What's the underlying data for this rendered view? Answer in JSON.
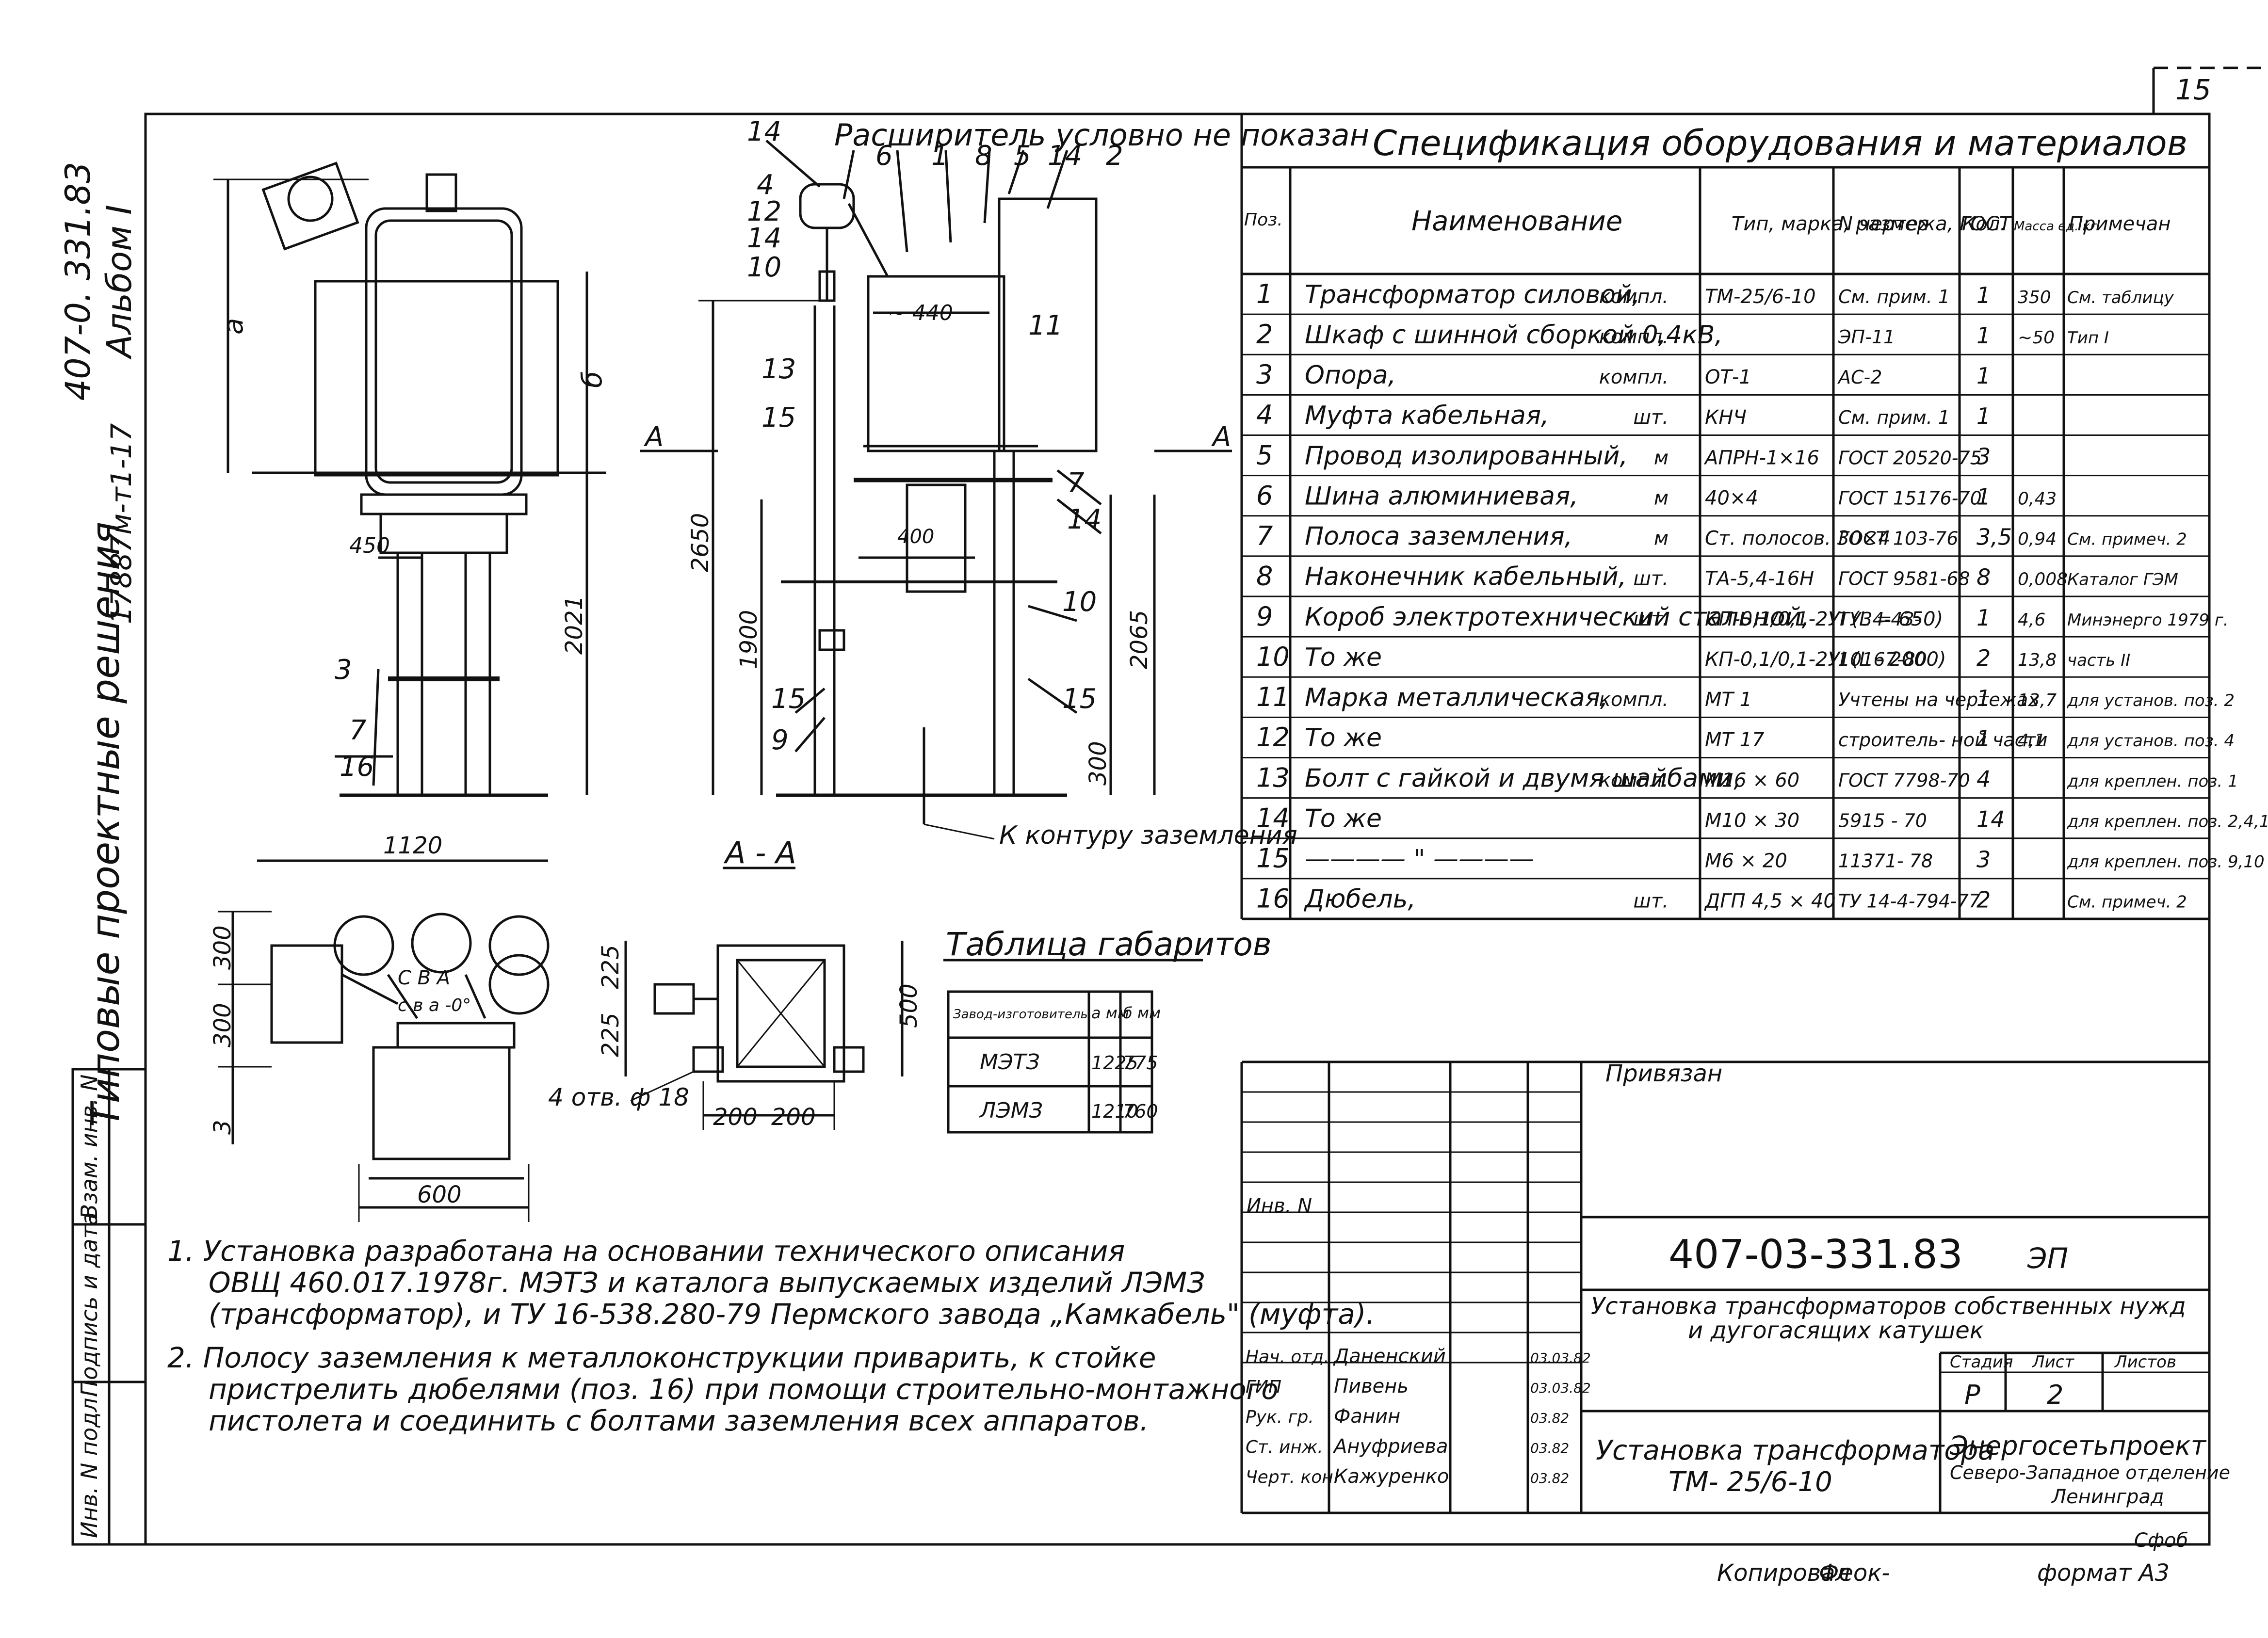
{
  "sheet_number_corner": "15",
  "side": {
    "series": "407-0. 331.83",
    "album": "Альбом I",
    "code": "17887м-т1-17",
    "title": "Типовые проектные решения",
    "stamps": [
      "Инв. N подл.",
      "Подпись и дата",
      "Взам. инв. N"
    ]
  },
  "drawings": {
    "front": {
      "dim_a": "а",
      "dim_b": "б",
      "dim_2021": "2021",
      "dim_450": "450",
      "call_3": "3",
      "call_7": "7",
      "call_16": "16"
    },
    "side": {
      "note": "Расширитель условно не показан",
      "dim_440": "~ 440",
      "dim_400": "400",
      "dim_2650": "2650",
      "dim_1900": "1900",
      "dim_2065": "2065",
      "dim_300": "300",
      "cut_a": "A",
      "callouts": [
        "14",
        "6",
        "1",
        "8",
        "5",
        "14",
        "2",
        "4",
        "12",
        "14",
        "10",
        "11",
        "13",
        "15",
        "7",
        "14",
        "10",
        "15",
        "9",
        "15"
      ],
      "ground": "К контуру заземления"
    },
    "plan": {
      "dim_1120": "1120",
      "dim_300a": "300",
      "dim_300b": "300",
      "dim_3": "3",
      "dim_600": "600",
      "phases": "C  B  A",
      "phases2": "c  в  a  -0°"
    },
    "section": {
      "title": "А - А",
      "dim_225a": "225",
      "dim_225b": "225",
      "dim_500": "500",
      "dim_200a": "200",
      "dim_200b": "200",
      "holes": "4 отв. ф 18"
    }
  },
  "dims_table": {
    "title": "Таблица габаритов",
    "headers": [
      "Завод-изготовитель",
      "а мм",
      "б мм"
    ],
    "rows": [
      [
        "МЭТЗ",
        "1225",
        "775"
      ],
      [
        "ЛЭМЗ",
        "1210",
        "760"
      ]
    ]
  },
  "spec": {
    "title": "Спецификация оборудования и материалов",
    "headers": [
      "Поз.",
      "Наименование",
      "Тип, марка, размер",
      "N чертежа, ГОСТ",
      "Кол.",
      "Масса ед. кг",
      "Примечан"
    ],
    "rows": [
      [
        "1",
        "Трансформатор силовой,",
        "компл.",
        "ТМ-25/6-10",
        "См. прим. 1",
        "1",
        "350",
        "См. таблицу"
      ],
      [
        "2",
        "Шкаф с шинной сборкой 0,4кВ,",
        "компл.",
        "",
        "ЭП-11",
        "1",
        "~50",
        "Тип I"
      ],
      [
        "3",
        "Опора,",
        "компл.",
        "ОТ-1",
        "АС-2",
        "1",
        "",
        ""
      ],
      [
        "4",
        "Муфта кабельная,",
        "шт.",
        "КНЧ",
        "См. прим. 1",
        "1",
        "",
        ""
      ],
      [
        "5",
        "Провод изолированный,",
        "м",
        "АПРН-1×16",
        "ГОСТ 20520-75",
        "3",
        "",
        ""
      ],
      [
        "6",
        "Шина алюминиевая,",
        "м",
        "40×4",
        "ГОСТ 15176-70",
        "1",
        "0,43",
        ""
      ],
      [
        "7",
        "Полоса заземления,",
        "м",
        "Ст. полосов. 30×4",
        "ГОСТ 103-76",
        "3,5",
        "0,94",
        "См. примеч. 2"
      ],
      [
        "8",
        "Наконечник кабельный,",
        "шт.",
        "ТА-5,4-16Н",
        "ГОСТ 9581-68",
        "8",
        "0,008",
        "Каталог ГЭМ"
      ],
      [
        "9",
        "Короб электротехнический стальной,",
        "шт.",
        "КП-0,1/0,1-2УI (L = 650)",
        "ТУ34-43-",
        "1",
        "4,6",
        "Минэнерго 1979 г."
      ],
      [
        "10",
        "То же",
        "",
        "КП-0,1/0,1-2УI (L - 2000)",
        "10167-80",
        "2",
        "13,8",
        "часть II"
      ],
      [
        "11",
        "Марка металлическая,",
        "компл.",
        "МТ 1",
        "Учтены на чертежах",
        "1",
        "13,7",
        "для установ. поз. 2"
      ],
      [
        "12",
        "То же",
        "",
        "МТ 17",
        "строитель- ной части",
        "1",
        "4,1",
        "для установ. поз. 4"
      ],
      [
        "13",
        "Болт с гайкой и двумя шайбами,",
        "компл.",
        "М16 × 60",
        "ГОСТ 7798-70",
        "4",
        "",
        "для креплен. поз. 1"
      ],
      [
        "14",
        "То же",
        "",
        "М10 × 30",
        "5915 - 70",
        "14",
        "",
        "для креплен. поз. 2,4,11"
      ],
      [
        "15",
        "———— \" ————",
        "",
        "М6 × 20",
        "11371- 78",
        "3",
        "",
        "для креплен. поз. 9,10"
      ],
      [
        "16",
        "Дюбель,",
        "шт.",
        "ДГП 4,5 × 40",
        "ТУ 14-4-794-77",
        "2",
        "",
        "См. примеч. 2"
      ]
    ]
  },
  "notes": [
    "1.  Установка разработана  на основании  технического описания",
    "ОВЩ 460.017.1978г. МЭТЗ и каталога выпускаемых изделий ЛЭМЗ",
    "(трансформатор), и ТУ 16-538.280-79  Пермского завода „Камкабель\" (муфта).",
    "2.  Полосу заземления к  металлоконструкции  приварить, к стойке",
    "пристрелить дюбелями (поз. 16) при помощи  строительно-монтажного",
    "пистолета и соединить с болтами заземления всех аппаратов."
  ],
  "titleblock": {
    "bound": "Привязан",
    "inv": "Инв. N",
    "doc_number": "407-03-331.83",
    "doc_suffix": "ЭП",
    "project_title": "Установка трансформаторов собственных нужд и дугогасящих катушек",
    "roles": [
      {
        "role": "Нач. отд.",
        "name": "Даненский",
        "date": "03.03.82"
      },
      {
        "role": "ГИП",
        "name": "Пивень",
        "date": "03.03.82"
      },
      {
        "role": "Рук. гр.",
        "name": "Фанин",
        "date": "03.82"
      },
      {
        "role": "Ст. инж.",
        "name": "Ануфриева",
        "date": "03.82"
      },
      {
        "role": "Черт. кон.",
        "name": "Кажуренко",
        "date": "03.82"
      }
    ],
    "stage_label": "Стадия",
    "sheet_label": "Лист",
    "sheets_label": "Листов",
    "stage": "Р",
    "sheet": "2",
    "sheet_title": "Установка трансформатора ТМ- 25/6-10",
    "org_name": "Энергосетьпроект",
    "org_branch": "Северо-Западное отделение",
    "org_city": "Ленинград",
    "copied": "Копировал",
    "copied_sig": "Феок-",
    "format": "формат А3",
    "corner_sig": "Сфоб"
  }
}
